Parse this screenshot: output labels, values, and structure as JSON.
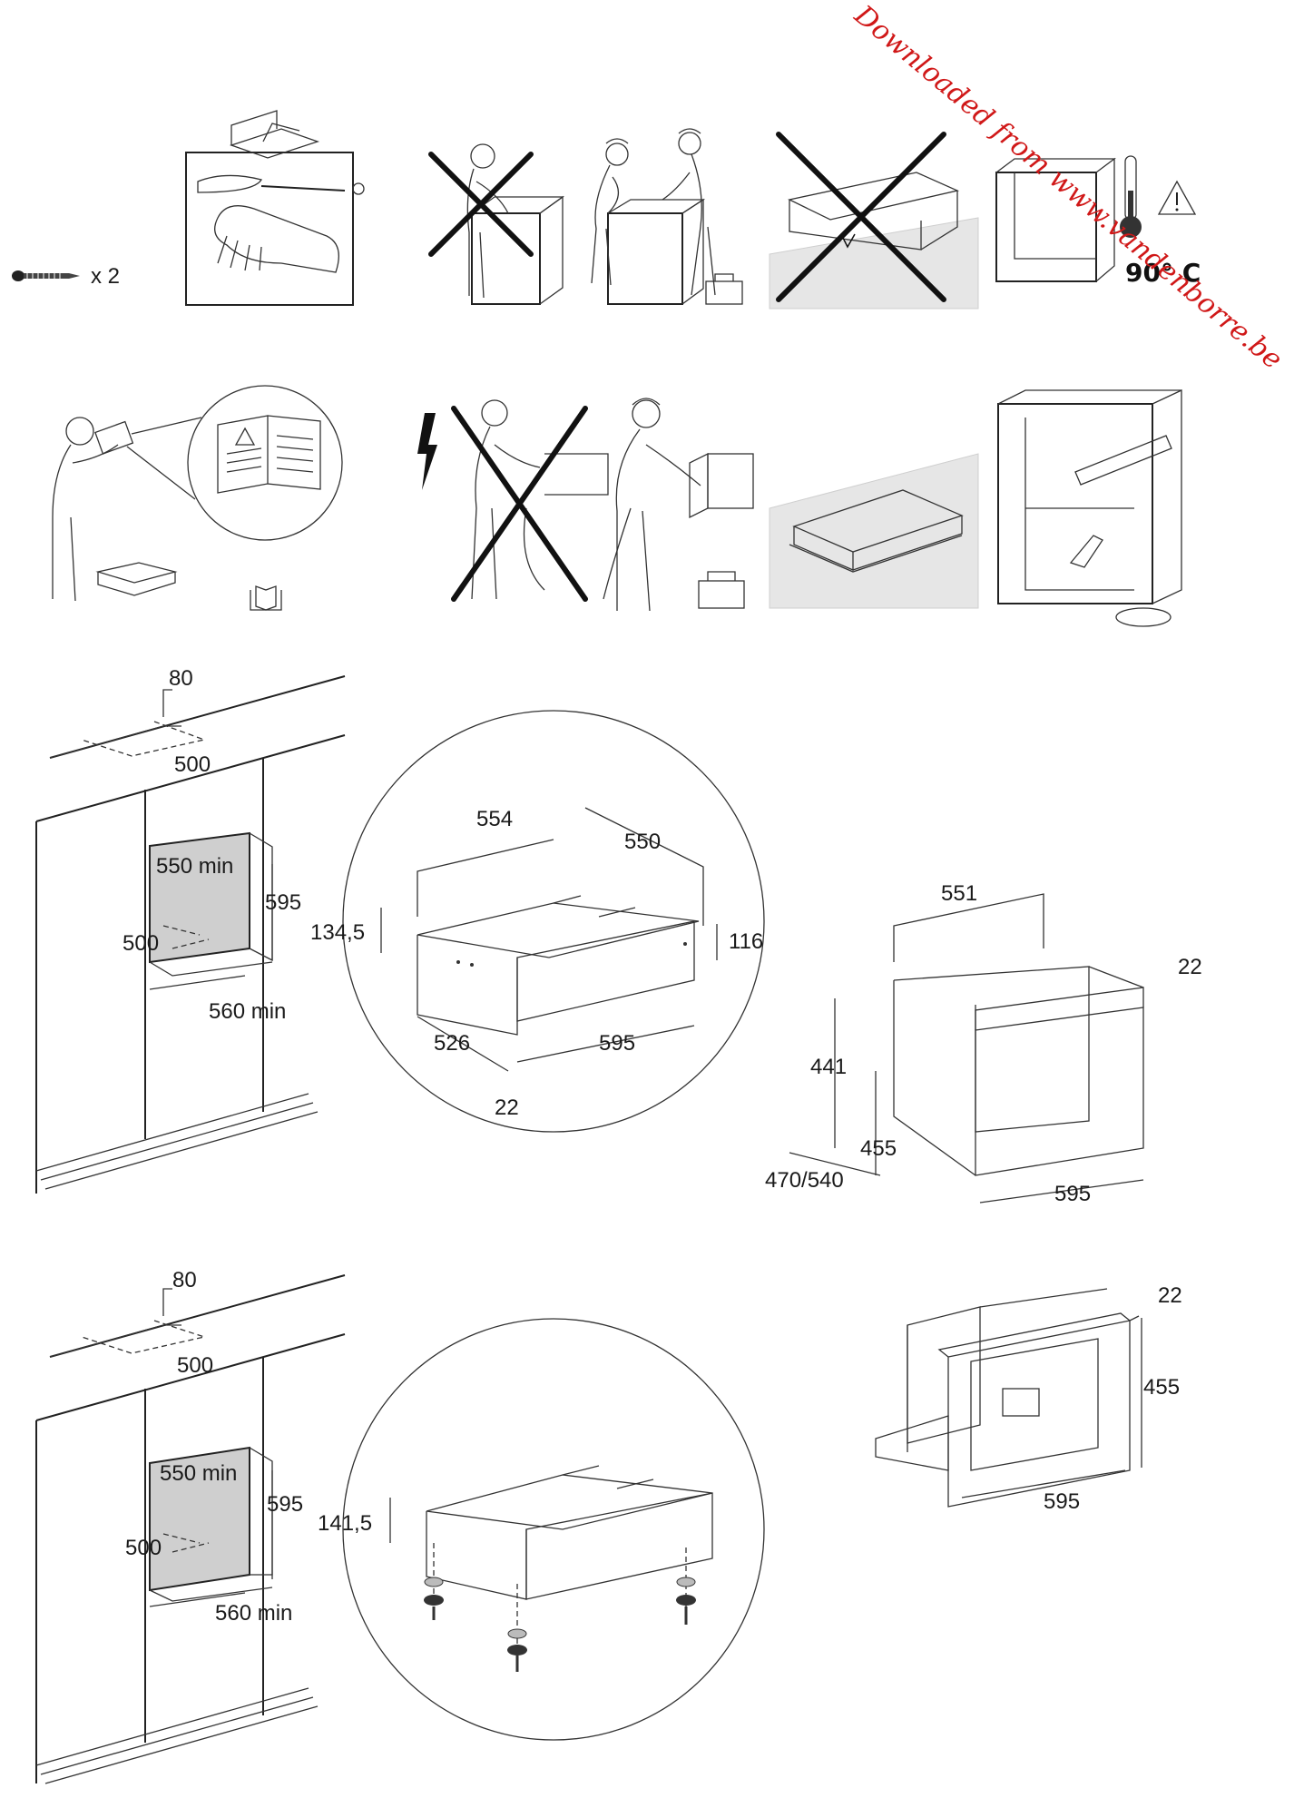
{
  "watermark": "Downloaded from www.vandenborre.be",
  "accessories": {
    "screw_count": "x 2"
  },
  "warning_temperature": "90° C",
  "colors": {
    "watermark": "#d01818",
    "cavity": "#cfcfcf",
    "line": "#222222"
  },
  "icons": [
    "screw-icon",
    "toolbox-icon",
    "screwdriver-icon",
    "gloves-icon",
    "thermometer-icon",
    "warning-triangle-icon",
    "lightning-icon",
    "manual-book-icon"
  ],
  "niche_top": {
    "vent": "80",
    "depth": "500",
    "height_min": "550 min",
    "height": "595",
    "inner_depth": "500",
    "width_min": "560 min"
  },
  "drawer_top": {
    "width": "554",
    "depth": "550",
    "height_left": "134,5",
    "height_right": "116",
    "inner_depth": "526",
    "front_width": "595",
    "front_thickness": "22"
  },
  "appliance_top": {
    "depth": "551",
    "panel_thickness": "22",
    "height_body": "441",
    "height_total": "455",
    "depth_range": "470/540",
    "width": "595"
  },
  "niche_bottom": {
    "vent": "80",
    "depth": "500",
    "height_min": "550 min",
    "height": "595",
    "inner_depth": "500",
    "width_min": "560 min"
  },
  "drawer_bottom": {
    "height": "141,5"
  },
  "appliance_bottom": {
    "panel_thickness": "22",
    "height": "455",
    "width": "595"
  }
}
